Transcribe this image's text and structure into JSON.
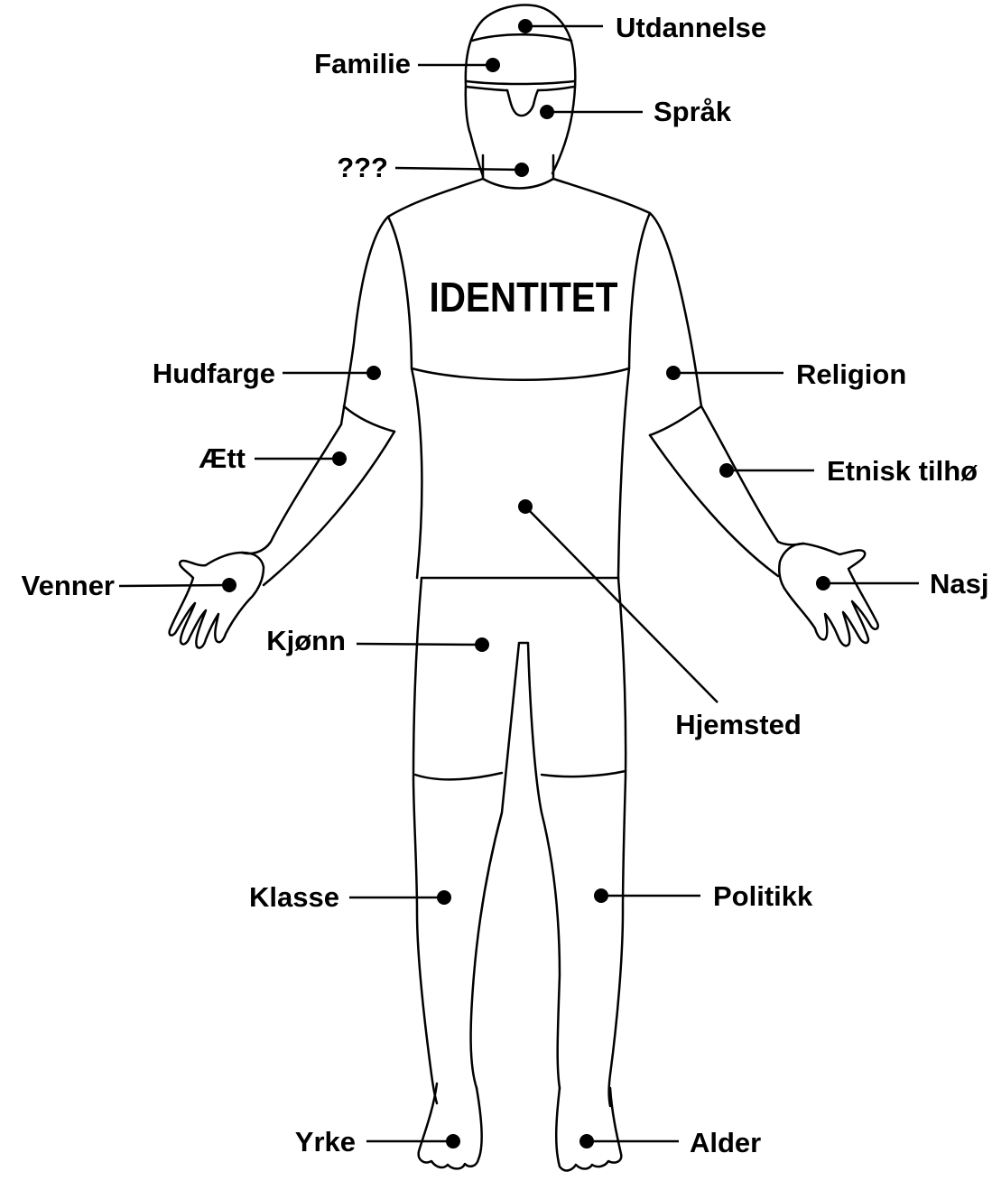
{
  "title": "IDENTITET",
  "labels": {
    "utdannelse": "Utdannelse",
    "familie": "Familie",
    "sprak": "Språk",
    "unknown": "???",
    "hudfarge": "Hudfarge",
    "religion": "Religion",
    "aett": "Ætt",
    "etnisk": "Etnisk tilhø",
    "venner": "Venner",
    "nasj": "Nasj",
    "kjonn": "Kjønn",
    "hjemsted": "Hjemsted",
    "klasse": "Klasse",
    "politikk": "Politikk",
    "yrke": "Yrke",
    "alder": "Alder"
  },
  "colors": {
    "ink": "#000000",
    "background": "#ffffff"
  }
}
